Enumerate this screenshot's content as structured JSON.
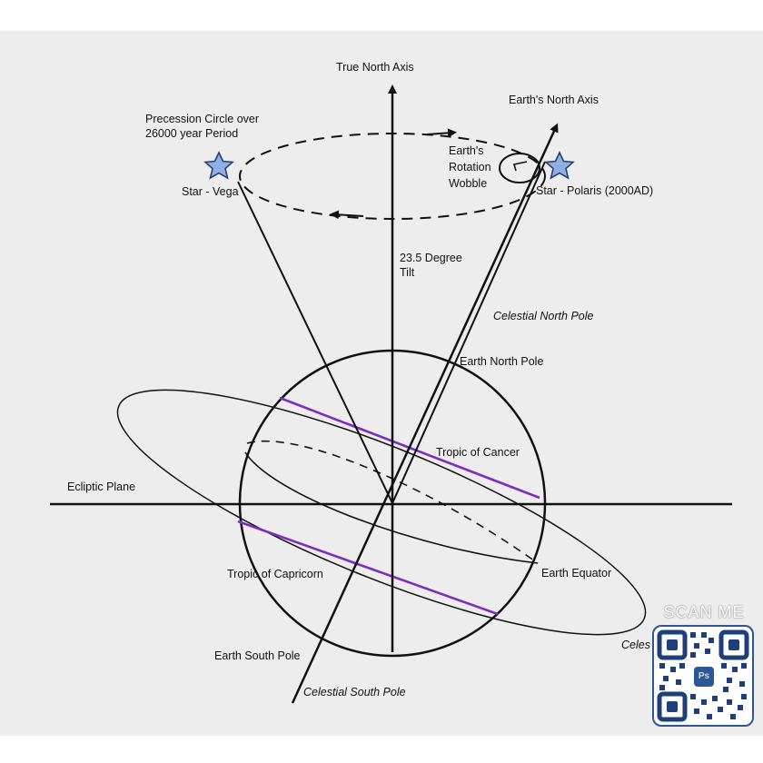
{
  "labels": {
    "true_north_axis": "True North Axis",
    "earths_north_axis": "Earth's North Axis",
    "precession_line1": "Precession Circle over",
    "precession_line2": "26000 year Period",
    "wobble_line1": "Earth's",
    "wobble_line2": "Rotation",
    "wobble_line3": "Wobble",
    "star_vega": "Star - Vega",
    "star_polaris": "Star - Polaris (2000AD)",
    "tilt_line1": "23.5 Degree",
    "tilt_line2": "Tilt",
    "celestial_north_pole": "Celestial North Pole",
    "earth_north_pole": "Earth North Pole",
    "tropic_of_cancer": "Tropic of Cancer",
    "ecliptic_plane": "Ecliptic Plane",
    "tropic_of_capricorn": "Tropic of Capricorn",
    "earth_equator": "Earth Equator",
    "earth_south_pole": "Earth South Pole",
    "celestial_south_pole": "Celestial South Pole",
    "celestial_cut": "Celes"
  },
  "qr": {
    "caption": "SCAN ME",
    "badge": "Ps"
  },
  "colors": {
    "line": "#111111",
    "tropic": "#7b2fbf",
    "star_fill": "#8fb0e0",
    "star_stroke": "#2a3f73",
    "qr_frame": "#2b5797"
  },
  "icons": {
    "star": "star-icon",
    "qr": "qr-code-icon"
  }
}
